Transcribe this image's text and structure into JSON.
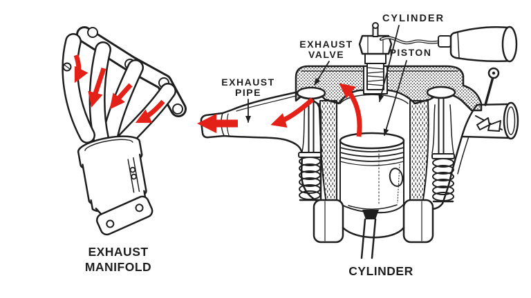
{
  "colors": {
    "background": "#ffffff",
    "ink": "#1e1e1e",
    "arrow_red": "#e32119"
  },
  "engine_labels": {
    "cylinder_top": "CYLINDER",
    "exhaust_valve": [
      "EXHAUST",
      "VALVE"
    ],
    "piston": "PISTON",
    "exhaust_pipe": [
      "EXHAUST",
      "PIPE"
    ]
  },
  "captions": {
    "exhaust_manifold": [
      "EXHAUST",
      "MANIFOLD"
    ],
    "cylinder_bottom": "CYLINDER"
  }
}
